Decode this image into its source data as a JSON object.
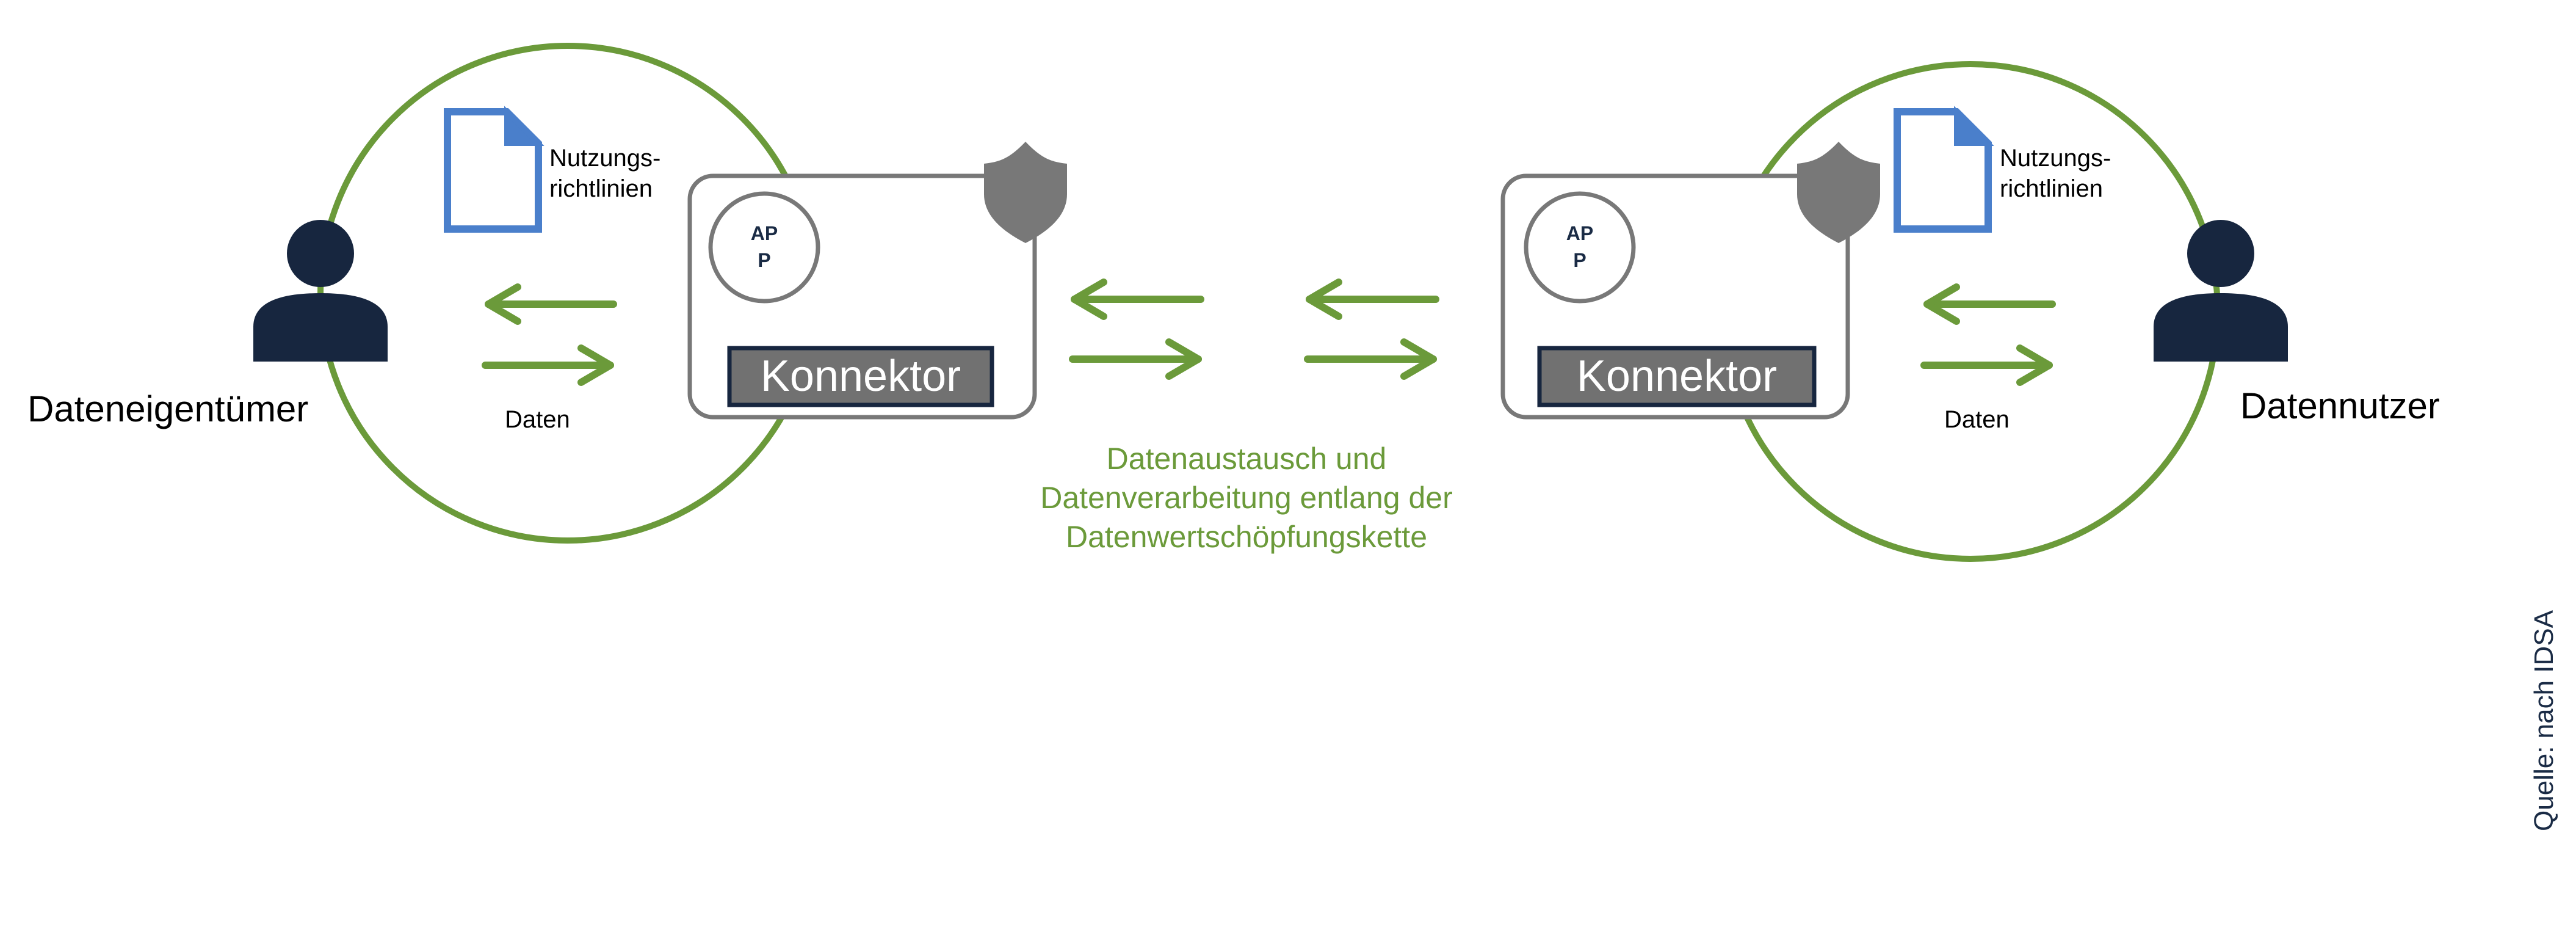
{
  "colors": {
    "green": "#6b9a3a",
    "navy": "#17263f",
    "doc_blue": "#4a7fcb",
    "gray": "#787878",
    "connector_fill": "#717171"
  },
  "left": {
    "owner_label": "Dateneigentümer",
    "policy_line1": "Nutzungs-",
    "policy_line2": "richtlinien",
    "data_label": "Daten",
    "app_line1": "AP",
    "app_line2": "P",
    "connector_label": "Konnektor"
  },
  "right": {
    "user_label": "Datennutzer",
    "policy_line1": "Nutzungs-",
    "policy_line2": "richtlinien",
    "data_label": "Daten",
    "app_line1": "AP",
    "app_line2": "P",
    "connector_label": "Konnektor"
  },
  "center": {
    "line1": "Datenaustausch und",
    "line2": "Datenverarbeitung entlang der",
    "line3": "Datenwertschöpfungskette"
  },
  "source": "Quelle: nach IDSA"
}
